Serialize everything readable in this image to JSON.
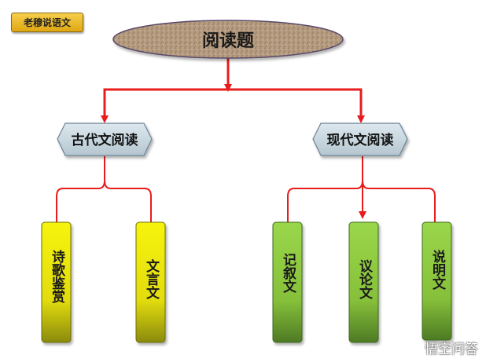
{
  "tag": {
    "label": "老穆说语文"
  },
  "diagram": {
    "root": "阅读题",
    "branches": [
      {
        "label": "古代文阅读",
        "children": [
          "诗歌鉴赏",
          "文言文"
        ]
      },
      {
        "label": "现代文阅读",
        "children": [
          "记叙文",
          "议论文",
          "说明文"
        ]
      }
    ]
  },
  "watermark": {
    "text": "悟空问答",
    "icon": "chat-bubble-icon"
  },
  "colors": {
    "connector": "#e81c1c",
    "hexagon": "#c5d4dc",
    "yellow_box": "#e6e40a",
    "green_box": "#8cc63e",
    "tag": "#f0c030"
  }
}
